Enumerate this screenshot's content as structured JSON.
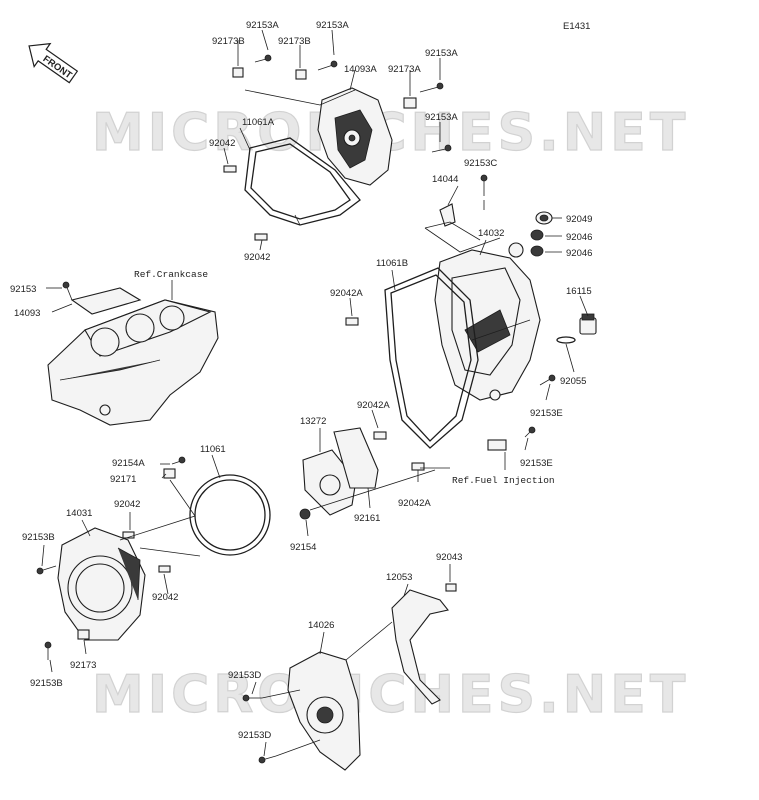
{
  "diagram_code": "E1431",
  "front_label": "FRONT",
  "watermark": "MICROFICHES.NET",
  "references": {
    "crankcase": "Ref.Crankcase",
    "fuel_injection": "Ref.Fuel Injection"
  },
  "labels": {
    "p92153A_1": "92153A",
    "p92153A_2": "92153A",
    "p92173B_1": "92173B",
    "p92173B_2": "92173B",
    "p14093A": "14093A",
    "p92173A": "92173A",
    "p92153A_3": "92153A",
    "p92153A_4": "92153A",
    "p11061A": "11061A",
    "p92042_1": "92042",
    "p92042_2": "92042",
    "p92153C": "92153C",
    "p14044": "14044",
    "p92049": "92049",
    "p14032": "14032",
    "p92046_1": "92046",
    "p92046_2": "92046",
    "p11061B": "11061B",
    "p92042A_1": "92042A",
    "p16115": "16115",
    "p92153": "92153",
    "p14093": "14093",
    "p92055": "92055",
    "p92042A_2": "92042A",
    "p92153E_1": "92153E",
    "p13272": "13272",
    "p92153E_2": "92153E",
    "p92154A": "92154A",
    "p11061": "11061",
    "p92171": "92171",
    "p92042A_3": "92042A",
    "p92042_3": "92042",
    "p92161": "92161",
    "p14031": "14031",
    "p92153B_1": "92153B",
    "p92154": "92154",
    "p92042_4": "92042",
    "p92043": "92043",
    "p12053": "12053",
    "p14026": "14026",
    "p92173": "92173",
    "p92153B_2": "92153B",
    "p92153D_1": "92153D",
    "p92153D_2": "92153D"
  }
}
